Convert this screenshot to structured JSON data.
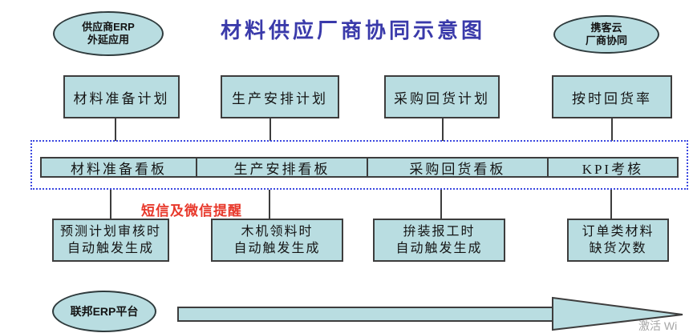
{
  "title": "材料供应厂商协同示意图",
  "colors": {
    "box_fill": "#b9dde1",
    "box_border": "#3d3d3d",
    "dotted_border": "#3b48e0",
    "title_color": "#3a3aaa",
    "reminder_color": "#e8382b",
    "watermark_color": "#a6a6a6"
  },
  "ellipses": {
    "supplier_erp": {
      "line1": "供应商ERP",
      "line2": "外延应用"
    },
    "xiekeyun": {
      "line1": "携客云",
      "line2": "厂商协同"
    },
    "federal_erp": {
      "label": "联邦ERP平台"
    }
  },
  "plan_boxes": [
    {
      "label": "材料准备计划"
    },
    {
      "label": "生产安排计划"
    },
    {
      "label": "采购回货计划"
    },
    {
      "label": "按时回货率"
    }
  ],
  "kanban_segments": [
    {
      "label": "材料准备看板"
    },
    {
      "label": "生产安排看板"
    },
    {
      "label": "采购回货看板"
    },
    {
      "label": "KPI考核"
    }
  ],
  "reminder_label": "短信及微信提醒",
  "trigger_boxes": [
    {
      "line1": "预测计划审核时",
      "line2": "自动触发生成"
    },
    {
      "line1": "木机领料时",
      "line2": "自动触发生成"
    },
    {
      "line1": "拚装报工时",
      "line2": "自动触发生成"
    },
    {
      "line1": "订单类材料",
      "line2": "缺货次数"
    }
  ],
  "watermark": "激活 Wi"
}
